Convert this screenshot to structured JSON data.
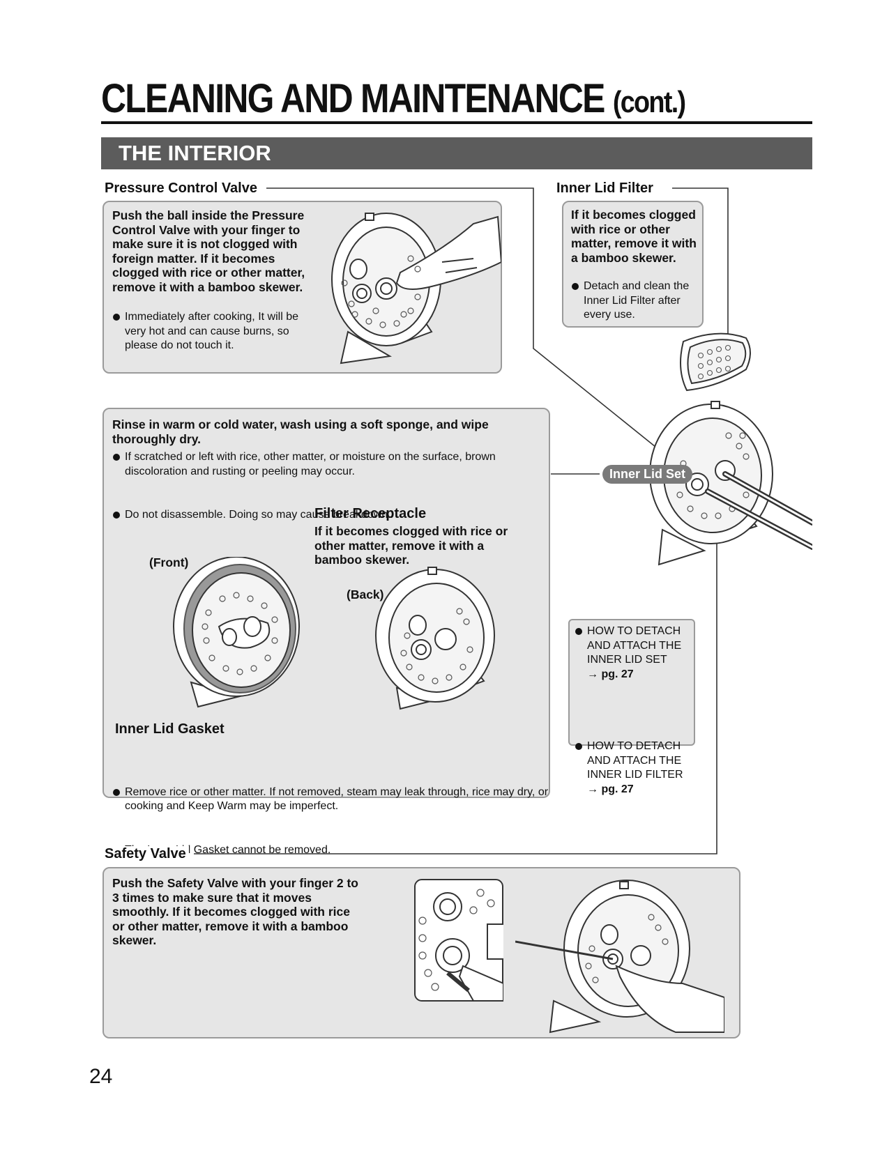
{
  "page": {
    "title": "CLEANING AND MAINTENANCE",
    "title_suffix": "(cont.)",
    "section": "THE INTERIOR",
    "page_number": "24"
  },
  "pressure_control_valve": {
    "heading": "Pressure Control Valve",
    "instruction": "Push the ball inside the Pressure Control Valve with your finger to make sure it is not clogged with foreign matter. If it becomes clogged with rice or other matter, remove it with a bamboo skewer.",
    "note": "Immediately after cooking, It will be very hot and can cause burns, so please do not touch it."
  },
  "inner_lid_filter": {
    "heading": "Inner Lid Filter",
    "instruction": "If it becomes clogged with rice or other matter, remove it with a bamboo skewer.",
    "note": "Detach and clean the Inner Lid Filter after every use."
  },
  "inner_lid_set": {
    "label": "Inner Lid Set",
    "instruction": "Rinse in warm or cold water, wash using a soft sponge, and wipe thoroughly dry.",
    "notes": [
      "If scratched or left with rice, other matter, or moisture on the surface, brown discoloration and rusting or peeling may occur.",
      "Do not disassemble. Doing so may cause breakdown."
    ],
    "front_label": "(Front)",
    "back_label": "(Back)"
  },
  "filter_receptacle": {
    "heading": "Filter Receptacle",
    "instruction": "If it becomes clogged with rice or other matter, remove it with a bamboo skewer."
  },
  "inner_lid_gasket": {
    "heading": "Inner Lid Gasket",
    "notes": [
      "Remove rice or other matter. If not removed, steam may leak through, rice may dry, or cooking and Keep Warm may be imperfect.",
      "The Inner Lid Gasket cannot be removed."
    ]
  },
  "references": [
    {
      "text": "HOW TO DETACH AND ATTACH THE INNER LID SET",
      "page": "pg. 27"
    },
    {
      "text": "HOW TO DETACH AND ATTACH THE INNER LID FILTER",
      "page": "pg. 27"
    }
  ],
  "safety_valve": {
    "heading": "Safety Valve",
    "instruction": "Push the Safety Valve with your finger 2 to 3 times to make sure that it moves smoothly. If it becomes clogged with rice or other matter, remove it with a bamboo skewer."
  }
}
